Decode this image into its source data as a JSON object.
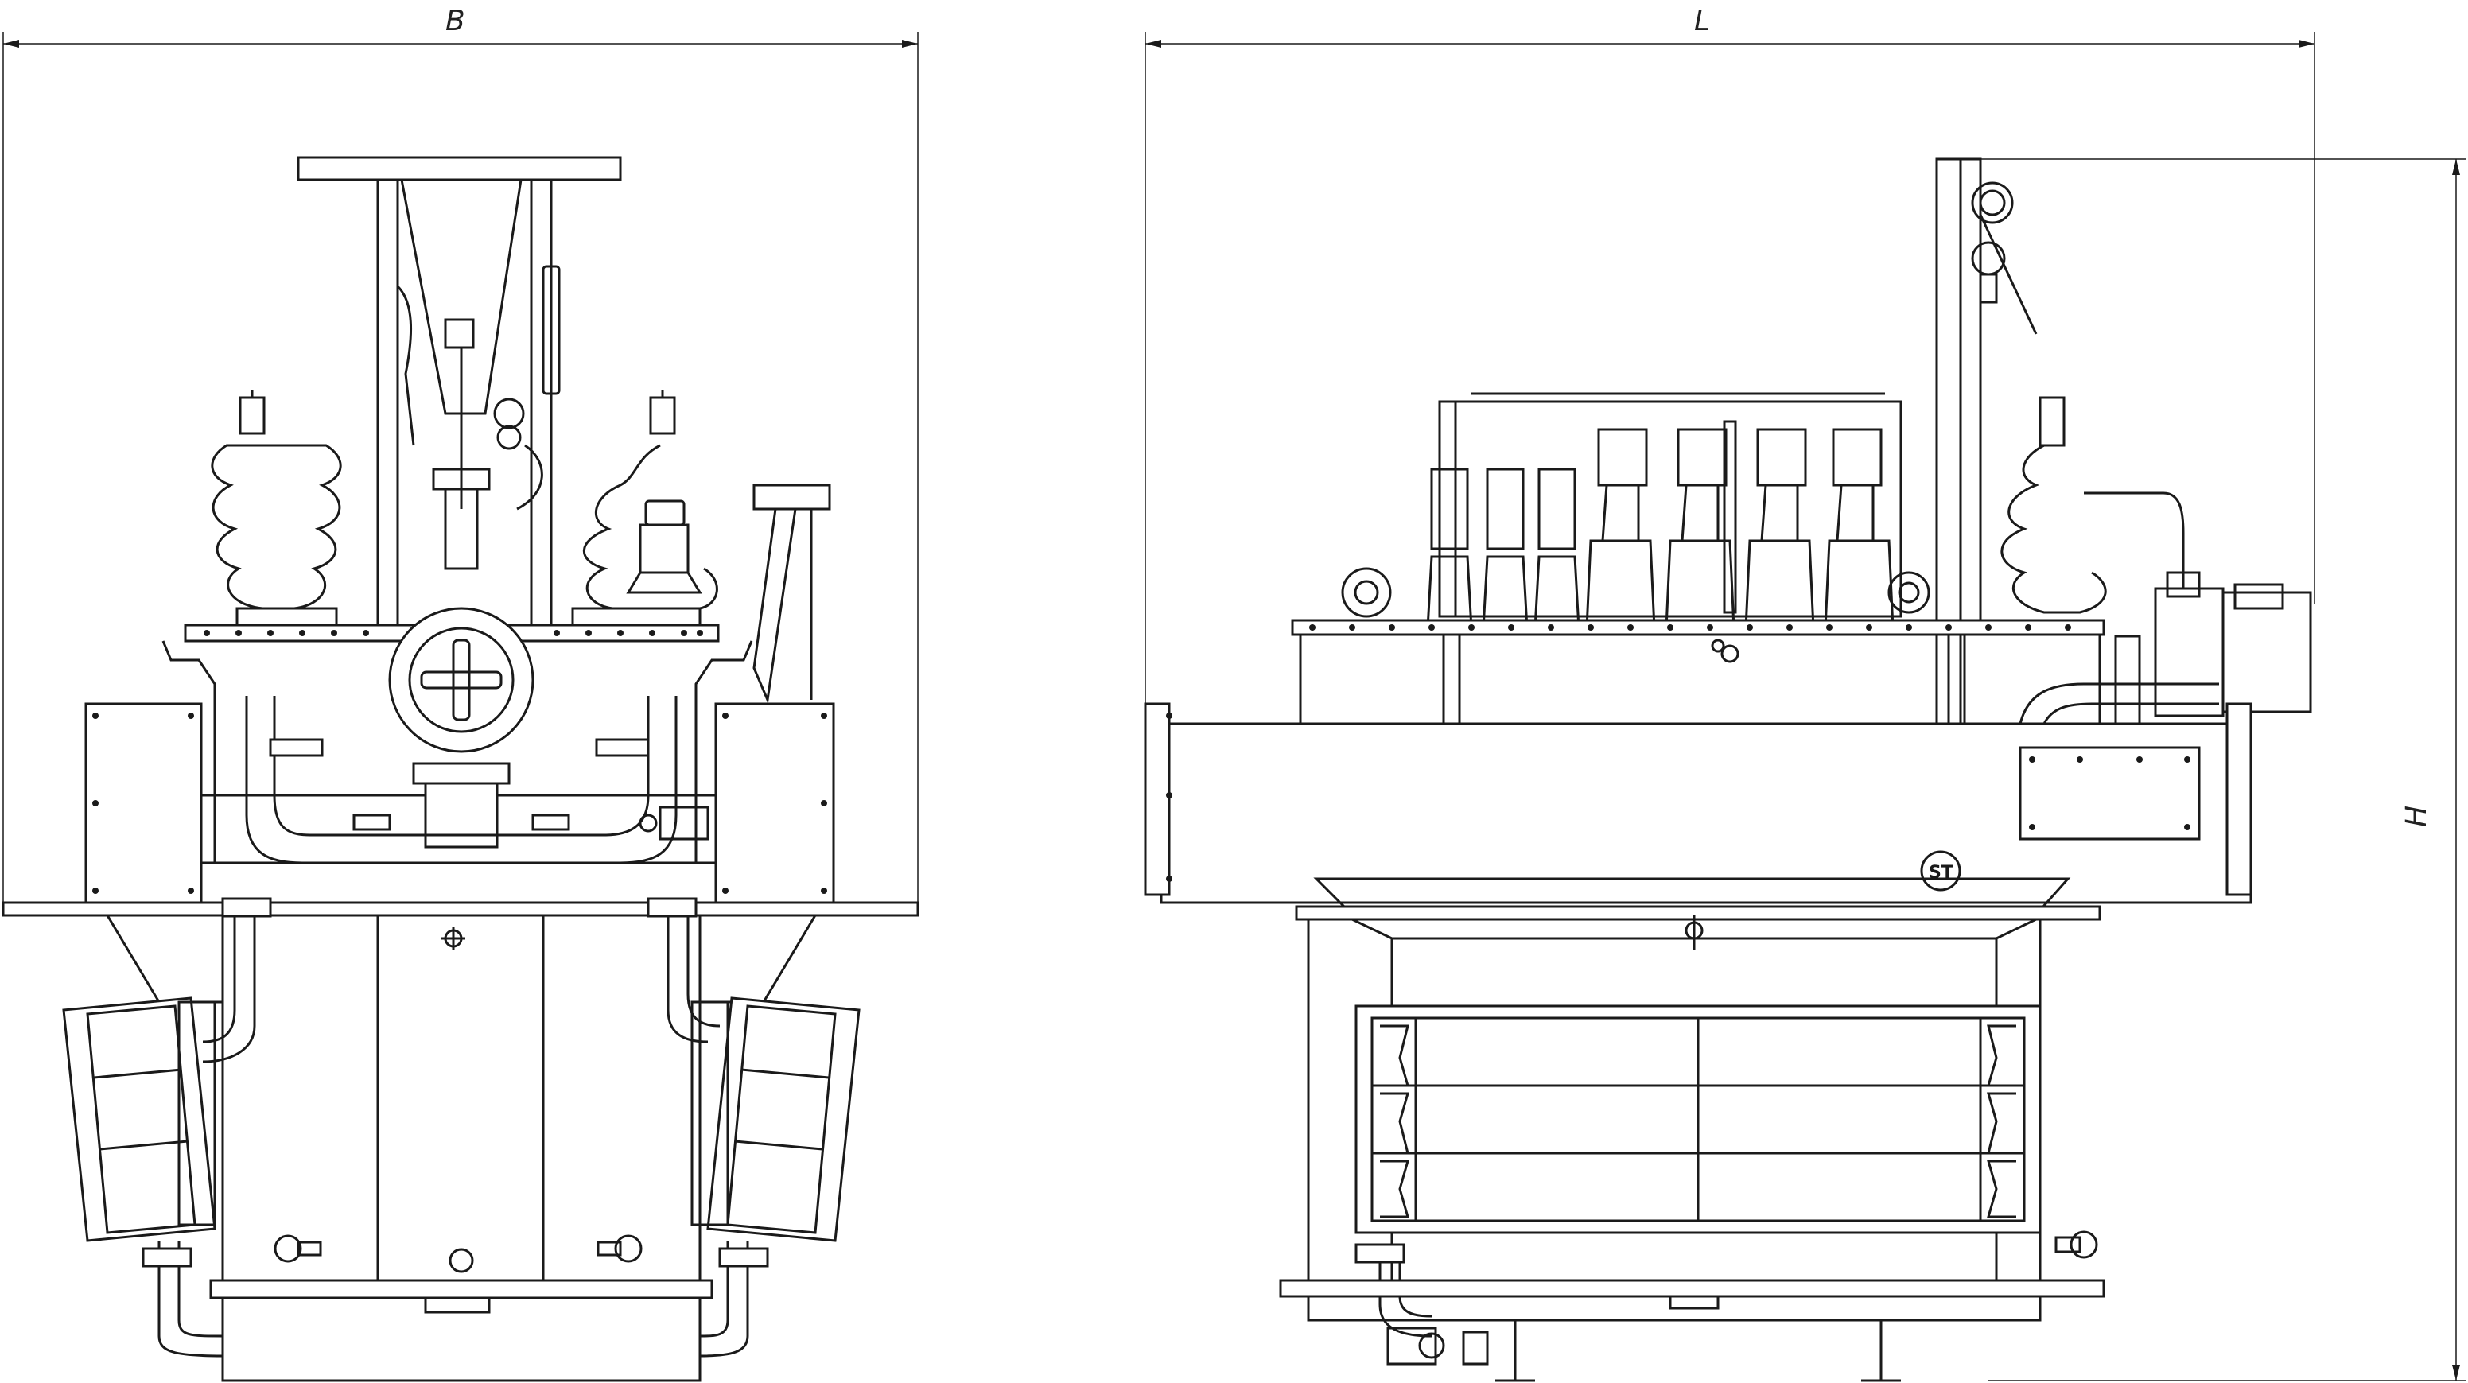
{
  "dimensions": {
    "width_label": "B",
    "length_label": "L",
    "height_label": "H"
  },
  "logo": {
    "text": "ST"
  },
  "colors": {
    "line": "#1a1a1a",
    "background": "#ffffff"
  }
}
